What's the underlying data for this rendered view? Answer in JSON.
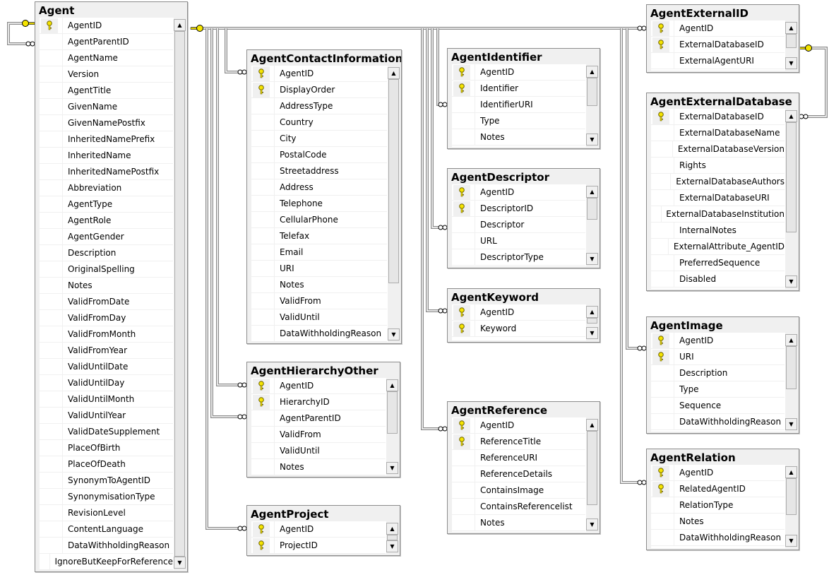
{
  "colors": {
    "key": "#f5e400",
    "border": "#8c8c8c",
    "header": "#f0f0f0"
  },
  "tables": [
    {
      "id": "agent",
      "name": "Agent",
      "thumb": [
        0,
        1
      ],
      "columns": [
        {
          "n": "AgentID",
          "k": true
        },
        {
          "n": "AgentParentID"
        },
        {
          "n": "AgentName"
        },
        {
          "n": "Version"
        },
        {
          "n": "AgentTitle"
        },
        {
          "n": "GivenName"
        },
        {
          "n": "GivenNamePostfix"
        },
        {
          "n": "InheritedNamePrefix"
        },
        {
          "n": "InheritedName"
        },
        {
          "n": "InheritedNamePostfix"
        },
        {
          "n": "Abbreviation"
        },
        {
          "n": "AgentType"
        },
        {
          "n": "AgentRole"
        },
        {
          "n": "AgentGender"
        },
        {
          "n": "Description"
        },
        {
          "n": "OriginalSpelling"
        },
        {
          "n": "Notes"
        },
        {
          "n": "ValidFromDate"
        },
        {
          "n": "ValidFromDay"
        },
        {
          "n": "ValidFromMonth"
        },
        {
          "n": "ValidFromYear"
        },
        {
          "n": "ValidUntilDate"
        },
        {
          "n": "ValidUntilDay"
        },
        {
          "n": "ValidUntilMonth"
        },
        {
          "n": "ValidUntilYear"
        },
        {
          "n": "ValidDateSupplement"
        },
        {
          "n": "PlaceOfBirth"
        },
        {
          "n": "PlaceOfDeath"
        },
        {
          "n": "SynonymToAgentID"
        },
        {
          "n": "SynonymisationType"
        },
        {
          "n": "RevisionLevel"
        },
        {
          "n": "ContentLanguage"
        },
        {
          "n": "DataWithholdingReason"
        },
        {
          "n": "IgnoreButKeepForReference"
        }
      ]
    },
    {
      "id": "contact",
      "name": "AgentContactInformation",
      "thumb": [
        0,
        0.82
      ],
      "columns": [
        {
          "n": "AgentID",
          "k": true
        },
        {
          "n": "DisplayOrder",
          "k": true
        },
        {
          "n": "AddressType"
        },
        {
          "n": "Country"
        },
        {
          "n": "City"
        },
        {
          "n": "PostalCode"
        },
        {
          "n": "Streetaddress"
        },
        {
          "n": "Address"
        },
        {
          "n": "Telephone"
        },
        {
          "n": "CellularPhone"
        },
        {
          "n": "Telefax"
        },
        {
          "n": "Email"
        },
        {
          "n": "URI"
        },
        {
          "n": "Notes"
        },
        {
          "n": "ValidFrom"
        },
        {
          "n": "ValidUntil"
        },
        {
          "n": "DataWithholdingReason"
        }
      ]
    },
    {
      "id": "hierarchy",
      "name": "AgentHierarchyOther",
      "thumb": [
        0,
        0.6
      ],
      "columns": [
        {
          "n": "AgentID",
          "k": true
        },
        {
          "n": "HierarchyID",
          "k": true
        },
        {
          "n": "AgentParentID"
        },
        {
          "n": "ValidFrom"
        },
        {
          "n": "ValidUntil"
        },
        {
          "n": "Notes"
        }
      ]
    },
    {
      "id": "project",
      "name": "AgentProject",
      "thumb": [
        0,
        1
      ],
      "columns": [
        {
          "n": "AgentID",
          "k": true
        },
        {
          "n": "ProjectID",
          "k": true
        }
      ]
    },
    {
      "id": "identifier",
      "name": "AgentIdentifier",
      "thumb": [
        0,
        0.5
      ],
      "columns": [
        {
          "n": "AgentID",
          "k": true
        },
        {
          "n": "Identifier",
          "k": true
        },
        {
          "n": "IdentifierURI"
        },
        {
          "n": "Type"
        },
        {
          "n": "Notes"
        }
      ]
    },
    {
      "id": "descriptor",
      "name": "AgentDescriptor",
      "thumb": [
        0,
        0.4
      ],
      "columns": [
        {
          "n": "AgentID",
          "k": true
        },
        {
          "n": "DescriptorID",
          "k": true
        },
        {
          "n": "Descriptor"
        },
        {
          "n": "URL"
        },
        {
          "n": "DescriptorType"
        }
      ]
    },
    {
      "id": "keyword",
      "name": "AgentKeyword",
      "thumb": [
        0,
        0.6
      ],
      "columns": [
        {
          "n": "AgentID",
          "k": true
        },
        {
          "n": "Keyword",
          "k": true
        }
      ]
    },
    {
      "id": "reference",
      "name": "AgentReference",
      "thumb": [
        0,
        0.85
      ],
      "columns": [
        {
          "n": "AgentID",
          "k": true
        },
        {
          "n": "ReferenceTitle",
          "k": true
        },
        {
          "n": "ReferenceURI"
        },
        {
          "n": "ReferenceDetails"
        },
        {
          "n": "ContainsImage"
        },
        {
          "n": "ContainsReferencelist"
        },
        {
          "n": "Notes"
        }
      ]
    },
    {
      "id": "extid",
      "name": "AgentExternalID",
      "thumb": [
        0,
        0.6
      ],
      "columns": [
        {
          "n": "AgentID",
          "k": true
        },
        {
          "n": "ExternalDatabaseID",
          "k": true
        },
        {
          "n": "ExternalAgentURI"
        }
      ]
    },
    {
      "id": "extdb",
      "name": "AgentExternalDatabase",
      "thumb": [
        0,
        0.72
      ],
      "columns": [
        {
          "n": "ExternalDatabaseID",
          "k": true
        },
        {
          "n": "ExternalDatabaseName"
        },
        {
          "n": "ExternalDatabaseVersion"
        },
        {
          "n": "Rights"
        },
        {
          "n": "ExternalDatabaseAuthors"
        },
        {
          "n": "ExternalDatabaseURI"
        },
        {
          "n": "ExternalDatabaseInstitution"
        },
        {
          "n": "InternalNotes"
        },
        {
          "n": "ExternalAttribute_AgentID"
        },
        {
          "n": "PreferredSequence"
        },
        {
          "n": "Disabled"
        }
      ]
    },
    {
      "id": "image",
      "name": "AgentImage",
      "thumb": [
        0,
        0.6
      ],
      "columns": [
        {
          "n": "AgentID",
          "k": true
        },
        {
          "n": "URI",
          "k": true
        },
        {
          "n": "Description"
        },
        {
          "n": "Type"
        },
        {
          "n": "Sequence"
        },
        {
          "n": "DataWithholdingReason"
        }
      ]
    },
    {
      "id": "relation",
      "name": "AgentRelation",
      "thumb": [
        0,
        0.65
      ],
      "columns": [
        {
          "n": "AgentID",
          "k": true
        },
        {
          "n": "RelatedAgentID",
          "k": true
        },
        {
          "n": "RelationType"
        },
        {
          "n": "Notes"
        },
        {
          "n": "DataWithholdingReason"
        }
      ]
    }
  ]
}
